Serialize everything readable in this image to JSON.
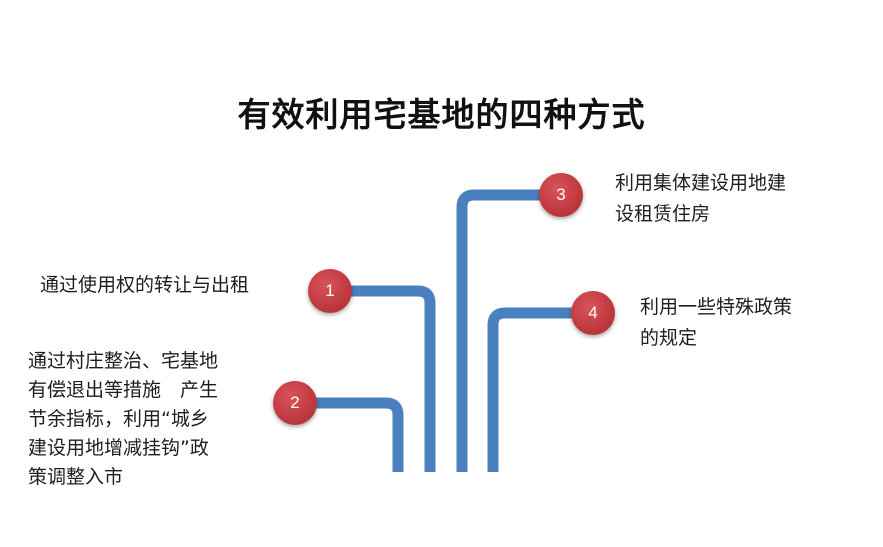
{
  "title": "有效利用宅基地的四种方式",
  "colors": {
    "pipe": "#4a7fc0",
    "badge": "#c23b42",
    "text": "#1e1e1e"
  },
  "items": [
    {
      "number": "1",
      "text_lines": [
        "通过使用权的转让与出租"
      ]
    },
    {
      "number": "2",
      "text_lines": [
        "通过村庄整治、宅基地",
        "有偿退出等措施　产生",
        "节余指标，利用“城乡",
        "建设用地增减挂钩”政",
        "策调整入市"
      ]
    },
    {
      "number": "3",
      "text_lines": [
        "利用集体建设用地建",
        "设租赁住房"
      ]
    },
    {
      "number": "4",
      "text_lines": [
        "利用一些特殊政策",
        "的规定"
      ]
    }
  ]
}
